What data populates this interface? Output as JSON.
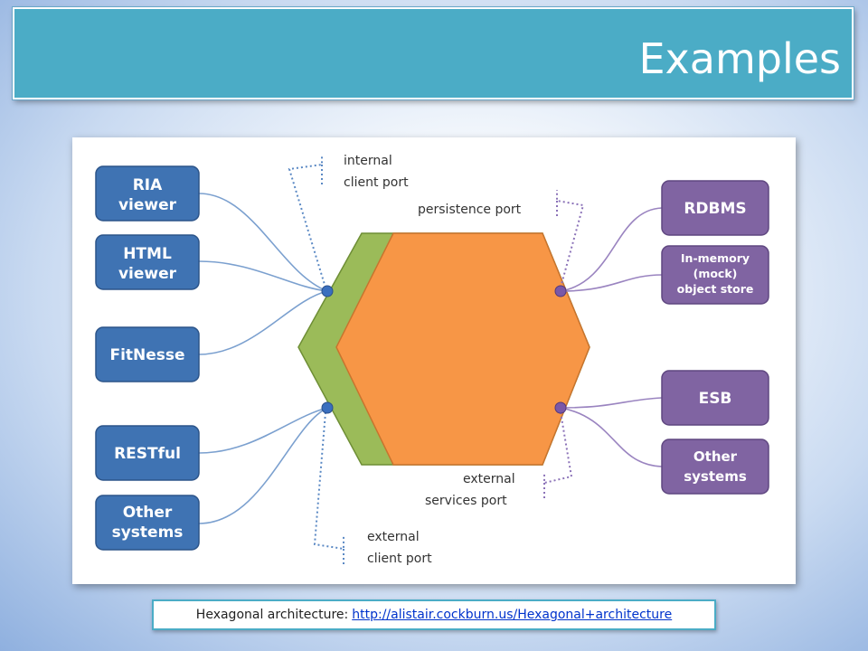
{
  "title": "Examples",
  "diagram": {
    "left_boxes": [
      {
        "lines": [
          "RIA",
          "viewer"
        ]
      },
      {
        "lines": [
          "HTML",
          "viewer"
        ]
      },
      {
        "lines": [
          "FitNesse"
        ]
      },
      {
        "lines": [
          "RESTful"
        ]
      },
      {
        "lines": [
          "Other",
          "systems"
        ]
      }
    ],
    "right_boxes": [
      {
        "lines": [
          "RDBMS"
        ]
      },
      {
        "lines": [
          "In-memory",
          "(mock)",
          "object store"
        ]
      },
      {
        "lines": [
          "ESB"
        ]
      },
      {
        "lines": [
          "Other",
          "systems"
        ]
      }
    ],
    "port_labels": {
      "internal_client": [
        "internal",
        "client port"
      ],
      "persistence": [
        "persistence port"
      ],
      "external_services": [
        "external",
        "services port"
      ],
      "external_client": [
        "external",
        "client port"
      ]
    },
    "colors": {
      "left_box": "#3f73b3",
      "right_box": "#8064a2",
      "hexagon_inner": "#f79646",
      "hexagon_outer": "#9bbb59",
      "left_port": "#3a6fbf",
      "right_port": "#7a58a8"
    }
  },
  "caption": {
    "text": "Hexagonal architecture:",
    "link": "http://alistair.cockburn.us/Hexagonal+architecture"
  }
}
